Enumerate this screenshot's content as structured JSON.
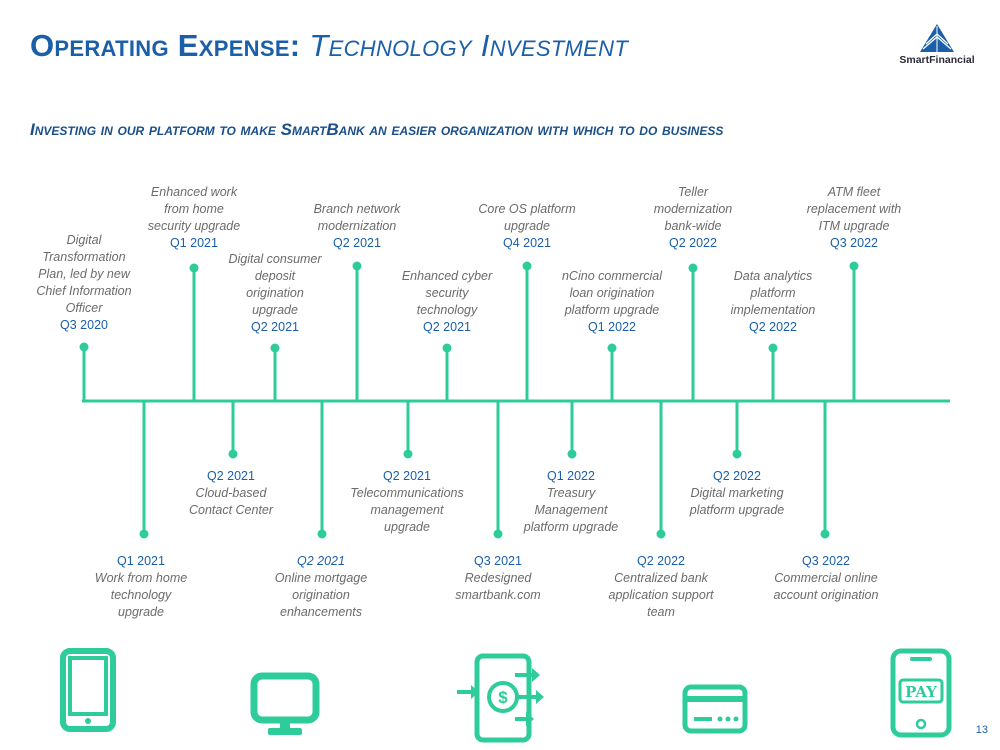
{
  "title": {
    "main": "Operating Expense:",
    "sub": "Technology Investment"
  },
  "subtitle": "Investing in our platform to make SmartBank an easier organization with which to do business",
  "logo": {
    "text": "SmartFinancial"
  },
  "page_number": "13",
  "colors": {
    "accent": "#2ecc9a",
    "title_blue": "#1a5fa8",
    "desc_gray": "#6b6b6b"
  },
  "milestones_top": [
    {
      "desc": "Digital\nTransformation\nPlan, led by new\nChief Information\nOfficer",
      "date": "Q3 2020"
    },
    {
      "desc": "Enhanced work\nfrom home\nsecurity upgrade",
      "date": "Q1 2021"
    },
    {
      "desc": "Digital consumer\ndeposit\norigination\nupgrade",
      "date": "Q2 2021"
    },
    {
      "desc": "Branch network\nmodernization",
      "date": "Q2 2021"
    },
    {
      "desc": "Enhanced cyber\nsecurity\ntechnology",
      "date": "Q2 2021"
    },
    {
      "desc": "Core OS platform\nupgrade",
      "date": "Q4 2021"
    },
    {
      "desc": "nCino commercial\nloan origination\nplatform upgrade",
      "date": "Q1 2022"
    },
    {
      "desc": "Teller\nmodernization\nbank-wide",
      "date": "Q2 2022"
    },
    {
      "desc": "Data analytics\nplatform\nimplementation",
      "date": "Q2 2022"
    },
    {
      "desc": "ATM fleet\nreplacement with\nITM upgrade",
      "date": "Q3 2022"
    }
  ],
  "milestones_bottom": [
    {
      "date": "Q1 2021",
      "desc": "Work from home\ntechnology\nupgrade"
    },
    {
      "date": "Q2 2021",
      "desc": "Cloud-based\nContact Center"
    },
    {
      "date": "Q2 2021",
      "desc": "Online mortgage\norigination\nenhancements"
    },
    {
      "date": "Q2 2021",
      "desc": "Telecommunications\nmanagement\nupgrade"
    },
    {
      "date": "Q3 2021",
      "desc": "Redesigned\nsmartbank.com"
    },
    {
      "date": "Q1 2022",
      "desc": "Treasury\nManagement\nplatform upgrade"
    },
    {
      "date": "Q2 2022",
      "desc": "Centralized bank\napplication support\nteam"
    },
    {
      "date": "Q2 2022",
      "desc": "Digital marketing\nplatform upgrade"
    },
    {
      "date": "Q3 2022",
      "desc": "Commercial online\naccount origination"
    }
  ],
  "icons": [
    "tablet-icon",
    "monitor-icon",
    "mobile-payment-icon",
    "credit-card-icon",
    "pay-phone-icon"
  ],
  "pay_label": "PAY"
}
